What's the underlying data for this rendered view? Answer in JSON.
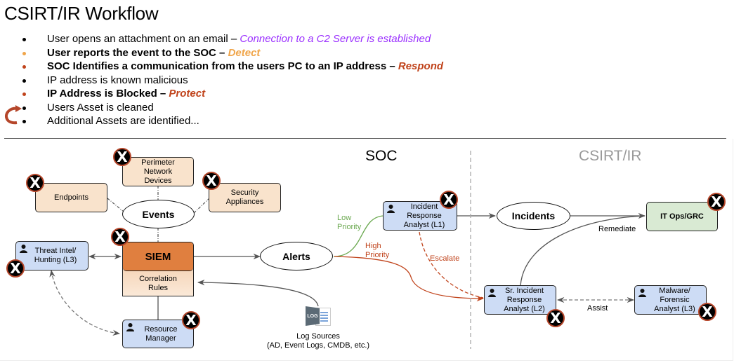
{
  "title": "CSIRT/IR Workflow",
  "colors": {
    "purple": "#9b30ff",
    "detect": "#f0a54a",
    "respond": "#c0431b",
    "protect": "#c0431b",
    "peach": "#f9e3cc",
    "siem_orange": "#e07f3f",
    "analyst_blue": "#cddcf5",
    "itops_green": "#d9ead3",
    "low_priority_green": "#6aa84f",
    "high_priority_red": "#c0431b",
    "csirt_gray": "#999999"
  },
  "bullets": [
    {
      "text": "User opens an attachment on an email – ",
      "emphasis": "Connection to a C2 Server is established",
      "bold": false,
      "dot_color": "#000000",
      "em_color": "#9b30ff"
    },
    {
      "text": "User reports the event to the SOC – ",
      "emphasis": "Detect",
      "bold": true,
      "dot_color": "#f0a54a",
      "em_color": "#f0a54a"
    },
    {
      "text": "SOC Identifies a communication from the users PC to an IP address – ",
      "emphasis": "Respond",
      "bold": true,
      "dot_color": "#c0431b",
      "em_color": "#c0431b"
    },
    {
      "text": "IP address is known malicious",
      "emphasis": "",
      "bold": false,
      "dot_color": "#000000",
      "em_color": ""
    },
    {
      "text": "IP Address is Blocked – ",
      "emphasis": "Protect",
      "bold": true,
      "dot_color": "#c0431b",
      "em_color": "#c0431b"
    },
    {
      "text": "Users Asset is cleaned",
      "emphasis": "",
      "bold": false,
      "dot_color": "#000000",
      "em_color": ""
    },
    {
      "text": "Additional Assets are identified...",
      "emphasis": "",
      "bold": false,
      "dot_color": "#000000",
      "em_color": ""
    }
  ],
  "loop_arrow_icon": "curved-return-arrow",
  "diagram": {
    "sections": {
      "soc": "SOC",
      "csirt": "CSIRT/IR"
    },
    "nodes": {
      "endpoints": "Endpoints",
      "perimeter": "Perimeter Network Devices",
      "security_appliances": "Security Appliances",
      "events": "Events",
      "siem": "SIEM",
      "correlation_rules": "Correlation Rules",
      "threat_intel": "Threat Intel/ Hunting (L3)",
      "resource_manager": "Resource Manager",
      "alerts": "Alerts",
      "log_sources": "Log Sources",
      "log_sources_detail": "(AD, Event Logs, CMDB, etc.)",
      "log_icon_text": "LOG",
      "ir_analyst_l1": "Incident Response Analyst (L1)",
      "incidents": "Incidents",
      "it_ops": "IT Ops/GRC",
      "sr_ir_analyst_l2": "Sr. Incident Response Analyst (L2)",
      "malware_analyst_l3": "Malware/ Forensic Analyst (L3)"
    },
    "edge_labels": {
      "low_priority": "Low Priority",
      "high_priority": "High Priority",
      "escalate": "Escalate",
      "remediate": "Remediate",
      "assist": "Assist"
    },
    "x_badge_symbol": "X"
  }
}
